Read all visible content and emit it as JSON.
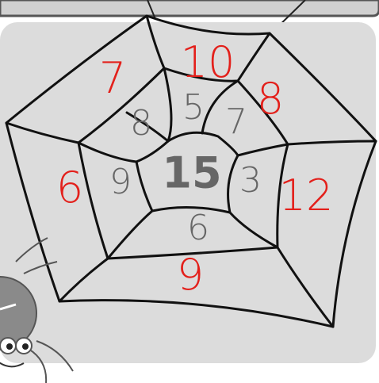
{
  "puzzle": {
    "center": "15",
    "middle_ring": [
      "5",
      "7",
      "3",
      "6",
      "9",
      "8"
    ],
    "outer_ring": [
      "10",
      "8",
      "12",
      "9",
      "6",
      "7"
    ]
  },
  "colors": {
    "outer_numbers": "#e3201b",
    "inner_numbers": "#666666",
    "panel": "#dcdcdc",
    "web_fill": "#f4f4f4"
  },
  "icons": {
    "mascot": "spider-icon"
  }
}
